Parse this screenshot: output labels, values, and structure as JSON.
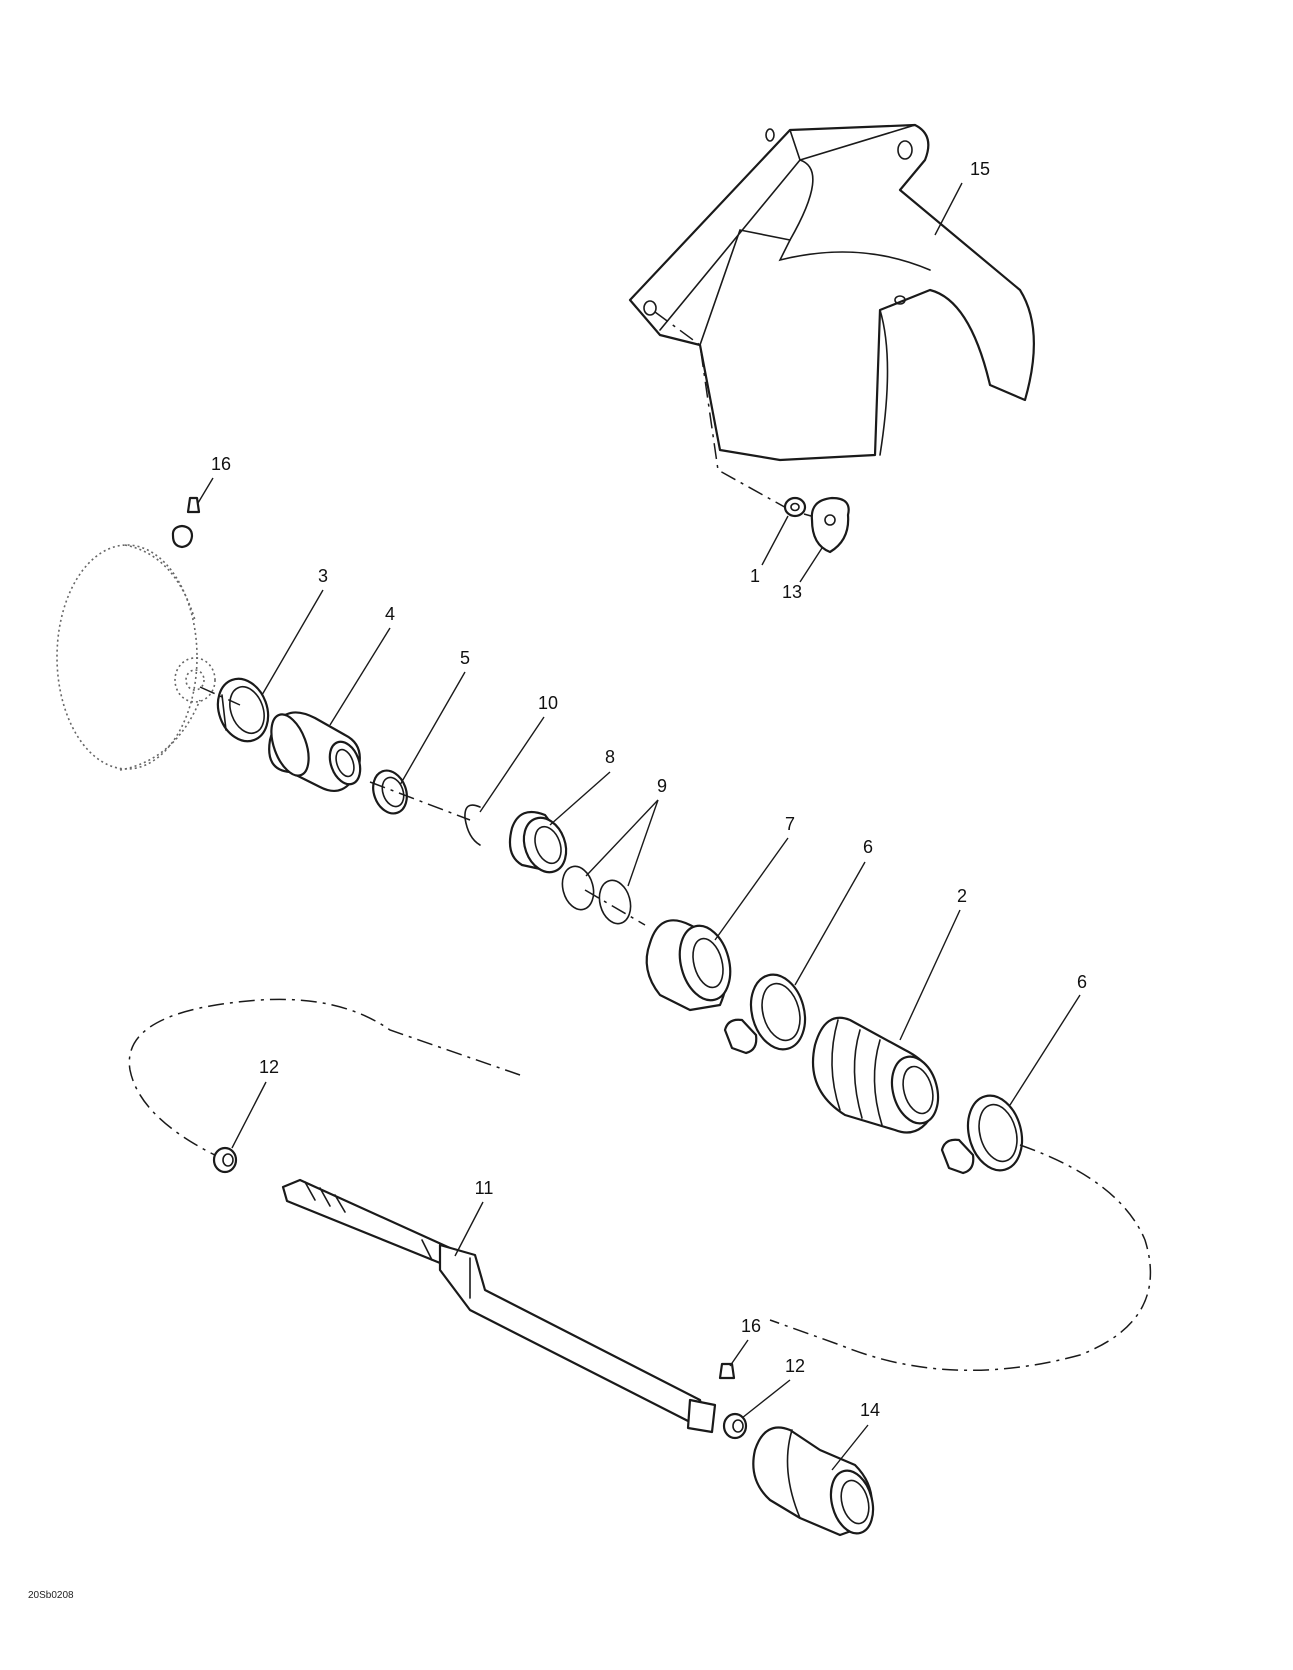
{
  "diagram": {
    "reference_code": "20Sb0208",
    "callouts": [
      {
        "id": "c1",
        "label": "1"
      },
      {
        "id": "c13",
        "label": "13"
      },
      {
        "id": "c15",
        "label": "15"
      },
      {
        "id": "c16a",
        "label": "16"
      },
      {
        "id": "c3",
        "label": "3"
      },
      {
        "id": "c4",
        "label": "4"
      },
      {
        "id": "c5",
        "label": "5"
      },
      {
        "id": "c10",
        "label": "10"
      },
      {
        "id": "c8",
        "label": "8"
      },
      {
        "id": "c9",
        "label": "9"
      },
      {
        "id": "c7",
        "label": "7"
      },
      {
        "id": "c6a",
        "label": "6"
      },
      {
        "id": "c2",
        "label": "2"
      },
      {
        "id": "c6b",
        "label": "6"
      },
      {
        "id": "c12a",
        "label": "12"
      },
      {
        "id": "c11",
        "label": "11"
      },
      {
        "id": "c16b",
        "label": "16"
      },
      {
        "id": "c12b",
        "label": "12"
      },
      {
        "id": "c14",
        "label": "14"
      }
    ]
  }
}
